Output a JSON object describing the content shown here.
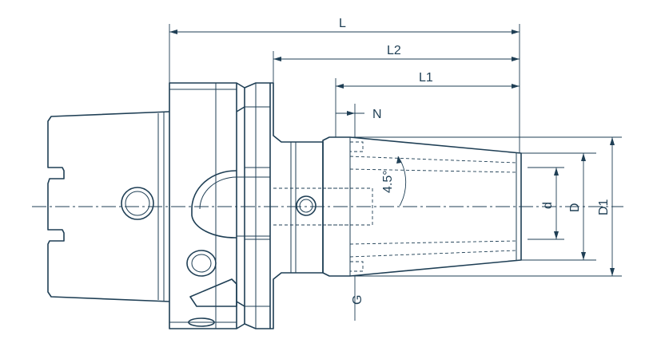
{
  "labels": {
    "L": "L",
    "L2": "L2",
    "L1": "L1",
    "N": "N",
    "angle": "4.5°",
    "d": "d",
    "D": "D",
    "D1": "D1",
    "G": "G"
  },
  "colors": {
    "line": "#1f3f55",
    "background": "#ffffff"
  }
}
